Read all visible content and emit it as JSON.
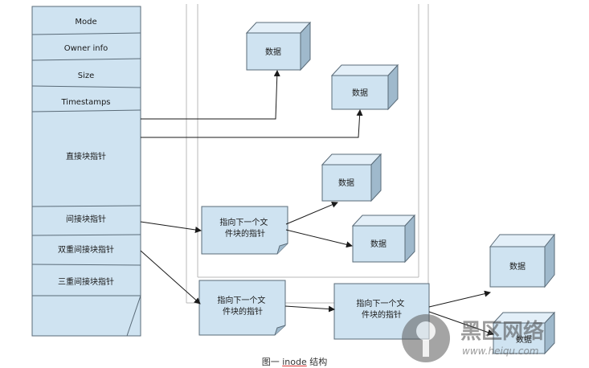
{
  "inode_table": {
    "fields": [
      "Mode",
      "Owner info",
      "Size",
      "Timestamps",
      "直接块指针",
      "间接块指针",
      "双重间接块指针",
      "三重间接块指针"
    ]
  },
  "data_blocks": [
    "数据",
    "数据",
    "数据",
    "数据",
    "数据",
    "数据"
  ],
  "pointer_blocks": {
    "indirect": "指向下一个文件块的指针",
    "double_level1": "指向下一个文件块的指针",
    "double_level2": "指向下一个文件块的指针"
  },
  "caption": {
    "prefix": "图一",
    "word": "inode",
    "suffix": "结构"
  },
  "watermark": {
    "title": "黑区网络",
    "url": "www.heiqu.com"
  }
}
